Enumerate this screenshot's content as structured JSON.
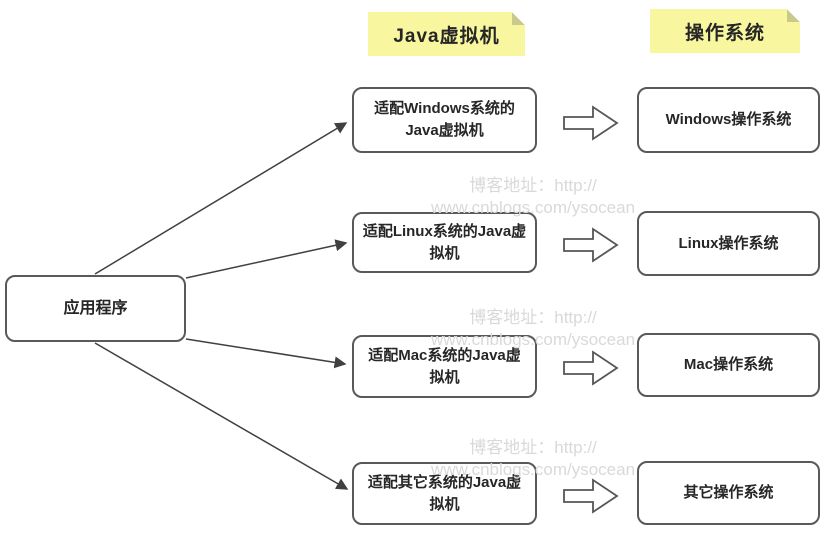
{
  "diagram_title": "JVM cross-platform diagram",
  "headers": {
    "jvm_column": "Java虚拟机",
    "os_column": "操作系统"
  },
  "app_node": {
    "label": "应用程序"
  },
  "rows": [
    {
      "jvm": "适配Windows系统的Java虚拟机",
      "os": "Windows操作系统"
    },
    {
      "jvm": "适配Linux系统的Java虚拟机",
      "os": "Linux操作系统"
    },
    {
      "jvm": "适配Mac系统的Java虚拟机",
      "os": "Mac操作系统"
    },
    {
      "jvm": "适配其它系统的Java虚拟机",
      "os": "其它操作系统"
    }
  ],
  "watermark": {
    "line1": "博客地址：http://",
    "line2": "www.cnblogs.com/ysocean"
  },
  "colors": {
    "note_background": "#f8f7a0",
    "note_fold": "#c9c98b",
    "box_border": "#595959",
    "text": "#262626",
    "connector_line": "#404040",
    "watermark_text": "#d9d9d9"
  }
}
